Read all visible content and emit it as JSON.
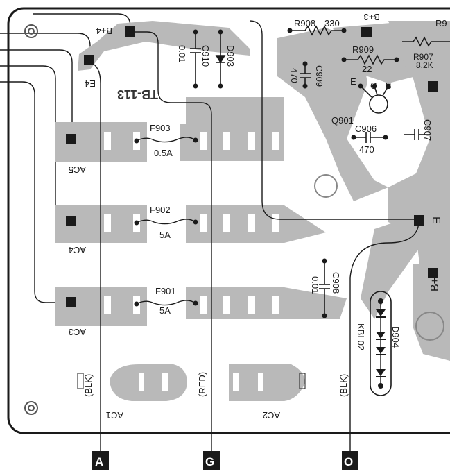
{
  "board": {
    "name_mirrored": "TB-113",
    "connectors": {
      "a": "A",
      "g": "G",
      "o": "O"
    },
    "pads": {
      "ac5": "AC5",
      "ac4": "AC4",
      "ac3": "AC3",
      "ac1": "AC1",
      "ac2": "AC2",
      "e4": "E4",
      "b4": "B+4",
      "b3": "B+3",
      "e": "E",
      "b_right": "B+"
    },
    "fuses": [
      {
        "ref": "F903",
        "rating": "0.5A"
      },
      {
        "ref": "F902",
        "rating": "5A"
      },
      {
        "ref": "F901",
        "rating": "5A"
      }
    ],
    "parts": {
      "c910_ref": "C910",
      "c910_val": "0.01",
      "d903_ref": "D903",
      "c909_ref": "C909",
      "c909_val": "470",
      "r908_ref": "R908",
      "r908_val": "330",
      "r909_ref": "R909",
      "r909_val": "22",
      "r907_ref": "R907",
      "r907_val": "8.2K",
      "r9_ref": "R9",
      "q901_ref": "Q901",
      "q_e": "E",
      "q_c": "C",
      "q_b": "B",
      "c906_ref": "C906",
      "c906_val": "470",
      "c907_ref": "C907",
      "c908_ref": "C908",
      "c908_val": "0.01",
      "d904_ref": "D904",
      "d904_type": "KBL02"
    },
    "wires": {
      "blk1": "(BLK)",
      "red": "(RED)",
      "blk2": "(BLK)"
    }
  }
}
